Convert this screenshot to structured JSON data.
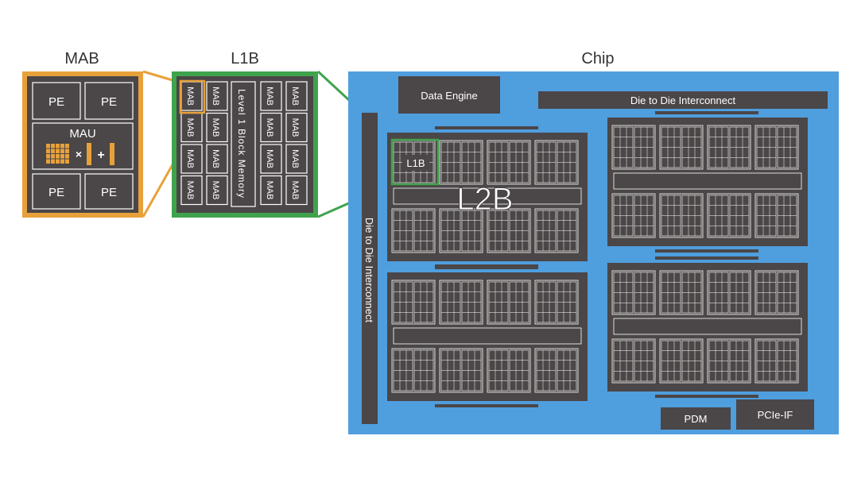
{
  "titles": {
    "mab": "MAB",
    "l1b": "L1B",
    "chip": "Chip"
  },
  "mab_block": {
    "pe": "PE",
    "mau": "MAU",
    "multiply": "×",
    "add": "+"
  },
  "l1b_block": {
    "mab_label": "MAB",
    "memory_label": "Level 1 Block Memory"
  },
  "chip": {
    "data_engine": "Data Engine",
    "d2d_top": "Die to Die Interconnect",
    "d2d_left": "Die to Die Interconnect",
    "l2b": "L2B",
    "l1b": "L1B",
    "pdm": "PDM",
    "pcie": "PCIe-IF"
  },
  "colors": {
    "mab_border": "#e8a13a",
    "l1b_border": "#3fa34d",
    "chip_bg": "#4f9ede",
    "block_dark": "#4b4647",
    "line": "#ffffff",
    "mau_orange": "#e8a13a"
  }
}
